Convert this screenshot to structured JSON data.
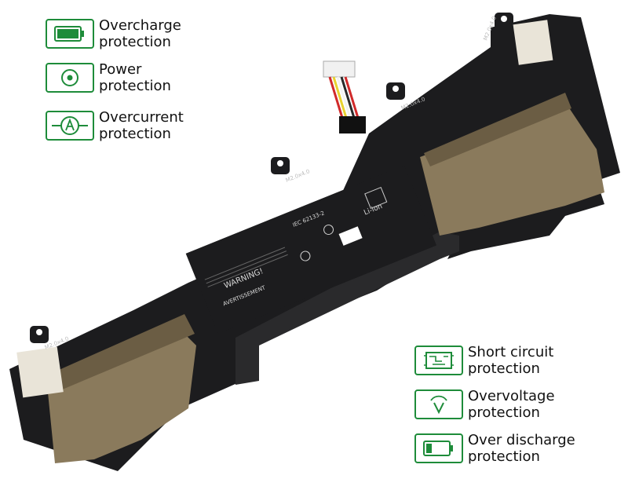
{
  "colors": {
    "accent": "#1e8c3a",
    "battery_body": "#1c1c1e",
    "tape": "#8a7a5c"
  },
  "features_left": [
    {
      "icon": "battery-full-icon",
      "line1": "Overcharge",
      "line2": "protection"
    },
    {
      "icon": "power-ring-icon",
      "line1": "Power",
      "line2": "protection"
    },
    {
      "icon": "ammeter-icon",
      "line1": "Overcurrent",
      "line2": "protection"
    }
  ],
  "features_right": [
    {
      "icon": "circuit-board-icon",
      "line1": "Short circuit",
      "line2": "protection"
    },
    {
      "icon": "voltage-v-icon",
      "line1": "Overvoltage",
      "line2": "protection"
    },
    {
      "icon": "battery-low-icon",
      "line1": "Over discharge",
      "line2": "protection"
    }
  ],
  "battery": {
    "warning": "WARNING!",
    "avertissement": "AVERTISSEMENT",
    "standard": "IEC 62133-2",
    "chemistry": "Li-ion",
    "screw_labels": [
      "M2.0x4.0",
      "M2.0x4.0",
      "M2.0x4.0",
      "M2.0x4.0"
    ]
  }
}
